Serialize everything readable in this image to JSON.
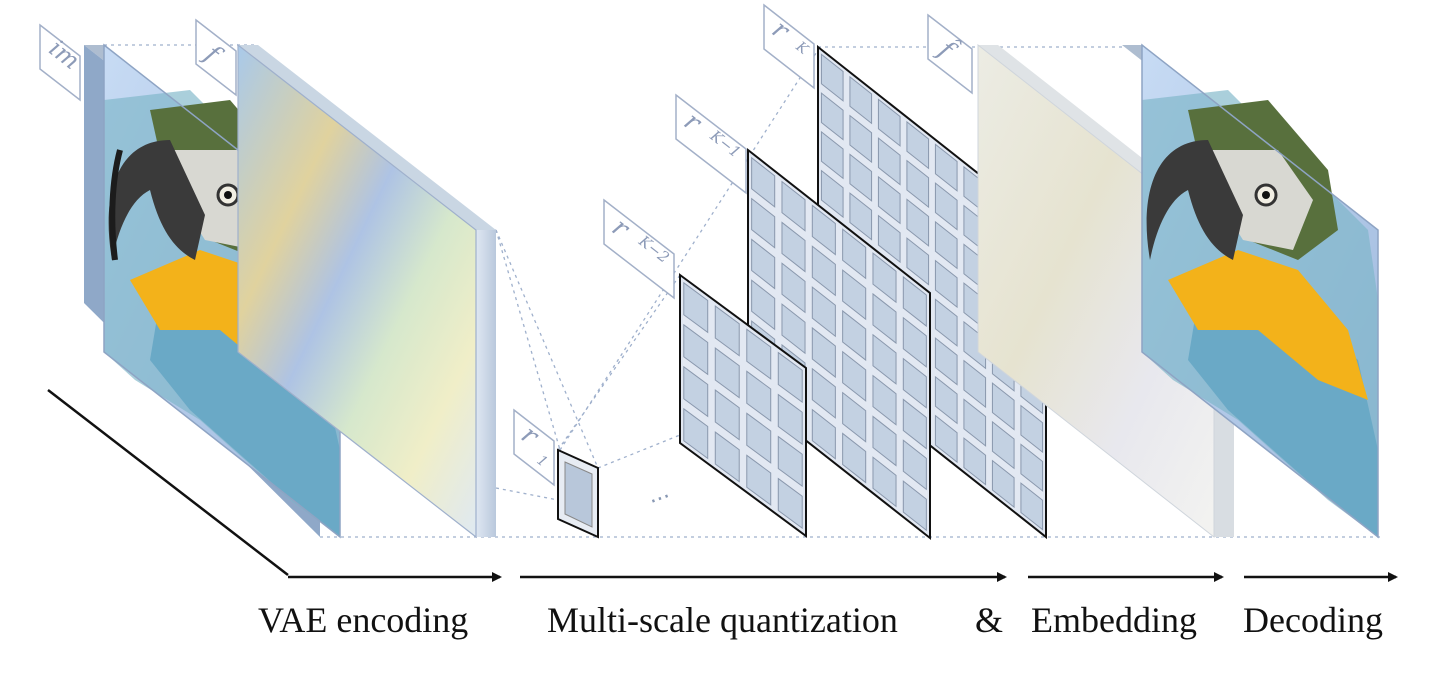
{
  "labels": {
    "image": "im",
    "features": "f",
    "r_1": "r",
    "r_1_sub": "1",
    "r_k2": "r",
    "r_k2_sub": "K−2",
    "r_k1": "r",
    "r_k1_sub": "K−1",
    "r_k": "r",
    "r_k_sub": "K",
    "f_hat": "f̂",
    "ellipsis": "..."
  },
  "stages": {
    "vae": "VAE encoding",
    "quant": "Multi-scale quantization",
    "amp": "&",
    "embed": "Embedding",
    "decode": "Decoding"
  },
  "colors": {
    "slab_blue": "#c7d7ef",
    "grid_fill": "#e2e8f2",
    "cell_fill": "#c3d1e2",
    "guide_line": "#9fb0cc",
    "text": "#111111"
  }
}
